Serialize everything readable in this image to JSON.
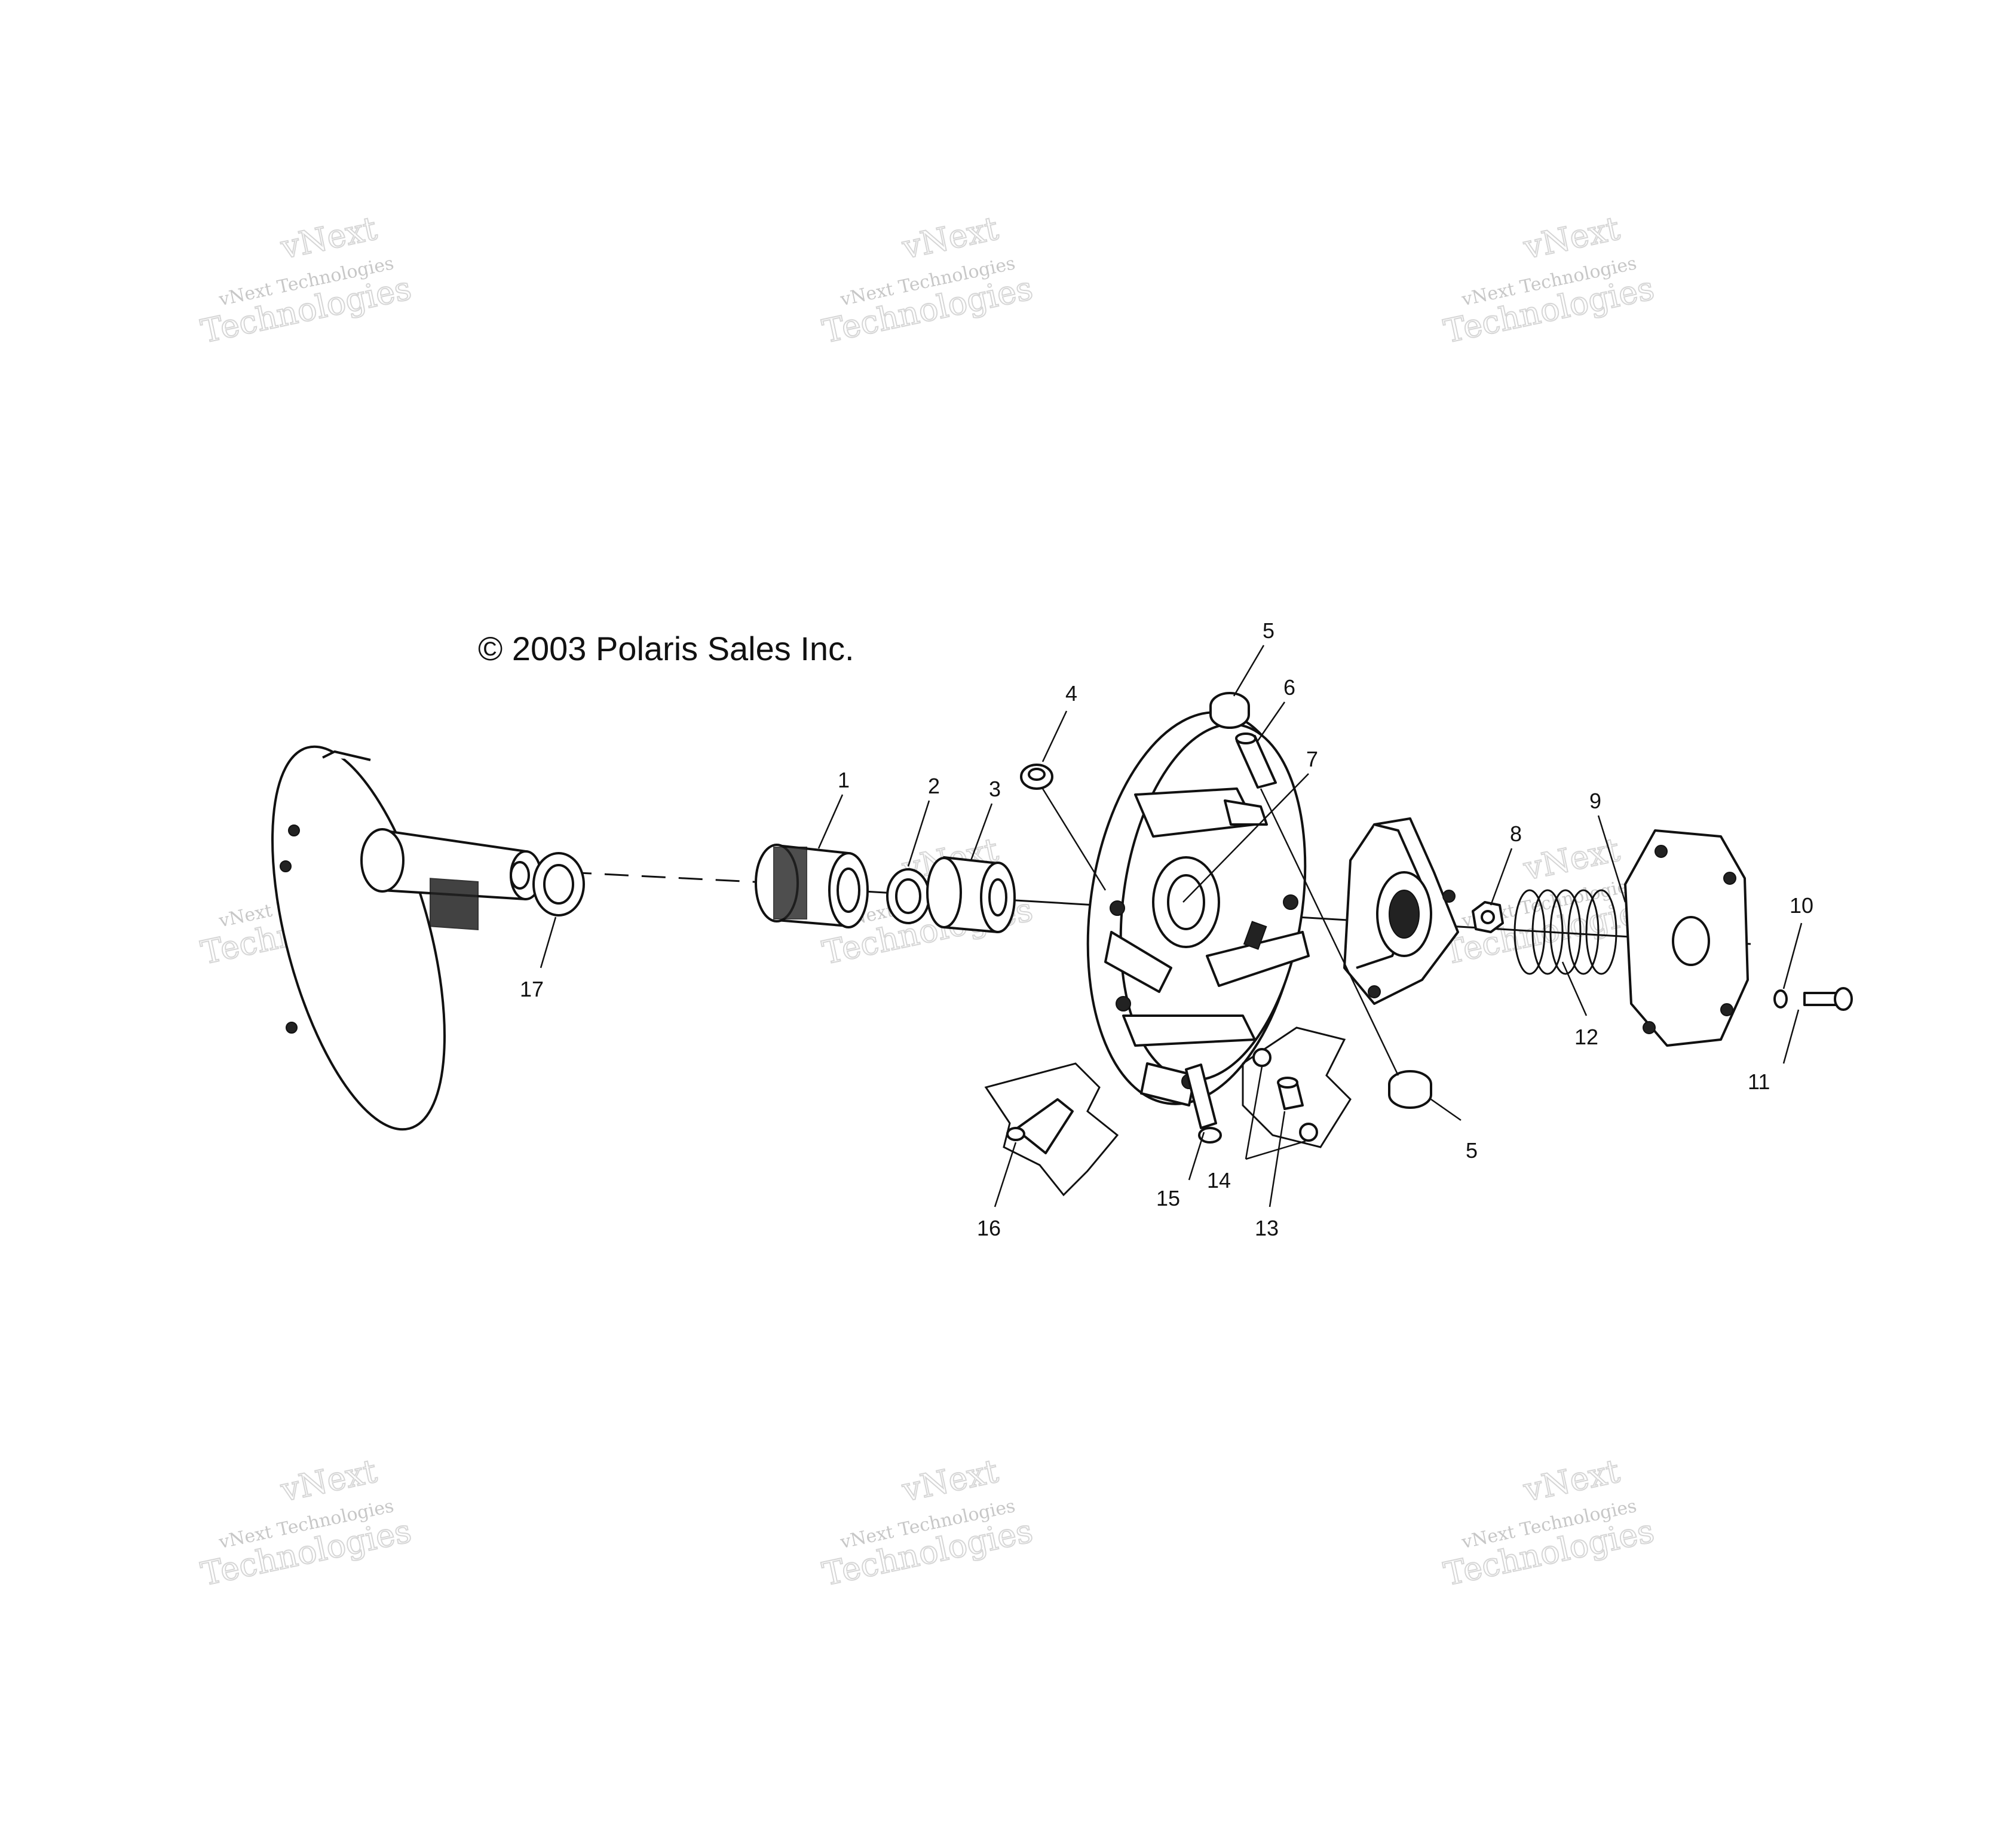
{
  "copyright": "© 2003 Polaris Sales Inc.",
  "watermark": {
    "line1": "vNext",
    "line2": "vNext Technologies",
    "line3": "Technologies"
  },
  "callouts": {
    "c1": "1",
    "c2": "2",
    "c3": "3",
    "c4": "4",
    "c5a": "5",
    "c5b": "5",
    "c6": "6",
    "c7": "7",
    "c8": "8",
    "c9": "9",
    "c10": "10",
    "c11": "11",
    "c12": "12",
    "c13": "13",
    "c14": "14",
    "c15": "15",
    "c16": "16",
    "c17": "17"
  }
}
